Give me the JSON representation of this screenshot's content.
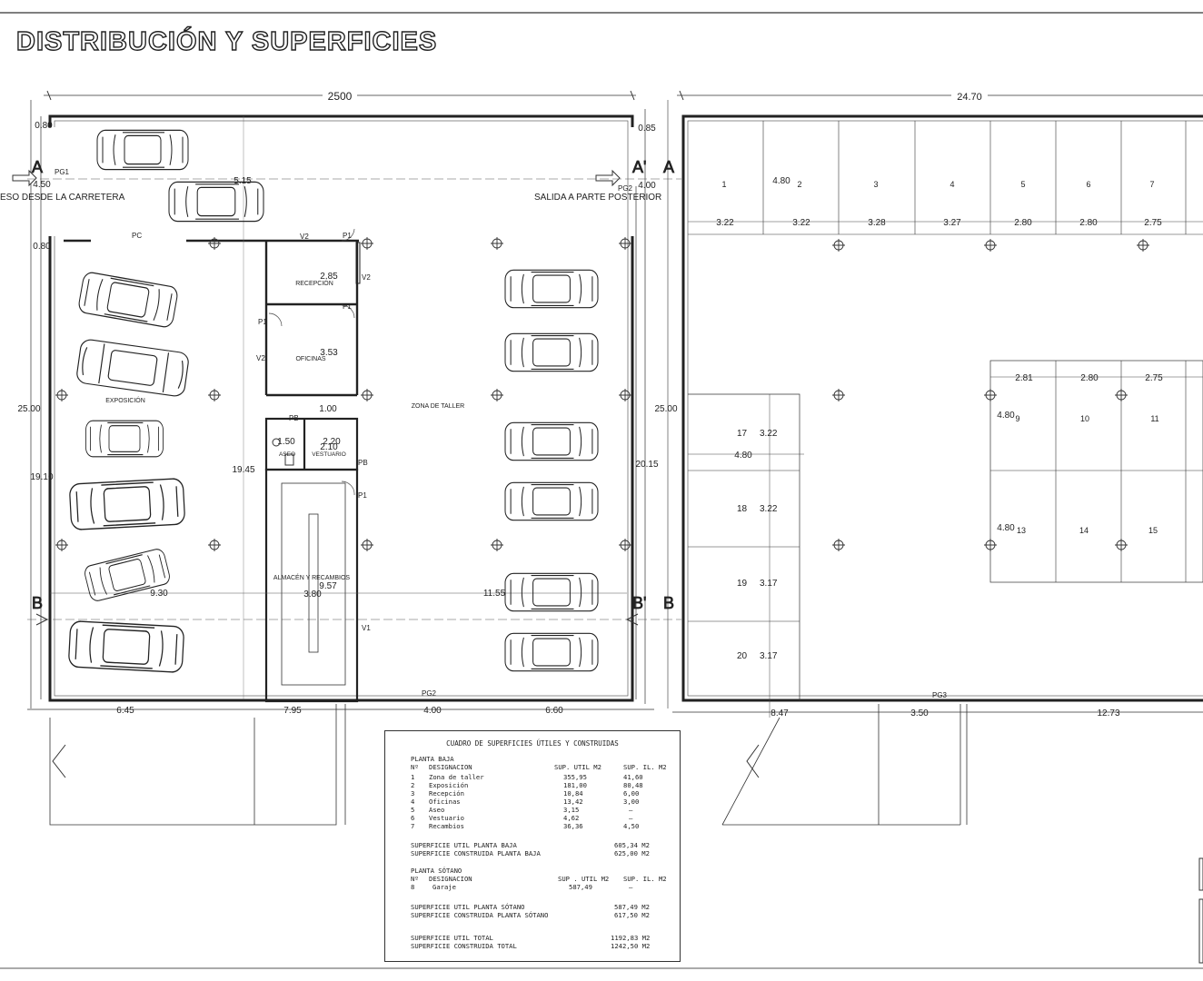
{
  "title": "DISTRIBUCIÓN Y SUPERFICIES",
  "left_plan": {
    "overall_width": "2500",
    "top_offsets": [
      "0.80",
      "0.85"
    ],
    "entry_offset": "4.50",
    "exit_offset": "4.00",
    "lower_offset": "0.80",
    "entry_label": "ESO DESDE LA CARRETERA",
    "exit_label": "SALIDA A PARTE POSTERIOR",
    "gate_labels": [
      "PG1",
      "PG2",
      "PG2"
    ],
    "door_labels": [
      "PC",
      "V2",
      "P1",
      "V2",
      "P1",
      "P1",
      "V2",
      "PB",
      "PB",
      "P1",
      "V1"
    ],
    "section_marks": [
      "A",
      "A'",
      "B",
      "B'"
    ],
    "room_labels": {
      "recepcion": "RECEPCIÓN",
      "oficinas": "OFICINAS",
      "exposicion": "EXPOSICIÓN",
      "taller": "ZONA DE TALLER",
      "aseo": "ASEO",
      "vestuario": "VESTUARIO",
      "almacen": "ALMACÉN Y RECAMBIOS"
    },
    "room_dims": [
      "5.15",
      "2.85",
      "3.53",
      "1.00",
      "1.50",
      "2.20",
      "2.10",
      "9.57",
      "3.80"
    ],
    "heights": [
      "25.00",
      "19.10",
      "19.45",
      "20.15"
    ],
    "widths": [
      "9.30",
      "11.55"
    ],
    "bottom_dims": [
      "6.45",
      "7.95",
      "4.00",
      "6.60"
    ]
  },
  "right_plan": {
    "overall_width": "24.70",
    "height": "25.00",
    "mark_a": "A",
    "mark_b": "B",
    "bay_depth": "4.80",
    "top_bays": [
      "1",
      "2",
      "3",
      "4",
      "5",
      "6",
      "7"
    ],
    "top_bay_widths": [
      "3.22",
      "3.22",
      "3.28",
      "3.27",
      "2.80",
      "2.80",
      "2.75"
    ],
    "mid_widths": [
      "2.81",
      "2.80",
      "2.75"
    ],
    "mid_row1": [
      "9",
      "10",
      "11"
    ],
    "mid_row2": [
      "13",
      "14",
      "15"
    ],
    "left_bays": [
      {
        "num": "17",
        "w": "3.22"
      },
      {
        "num": "18",
        "w": "3.22"
      },
      {
        "num": "19",
        "w": "3.17"
      },
      {
        "num": "20",
        "w": "3.17"
      }
    ],
    "gate": "PG3",
    "bottom_dims": [
      "8.47",
      "3.50",
      "12.73"
    ]
  },
  "table": {
    "caption": "CUADRO DE SUPERFICIES ÚTILES Y CONSTRUIDAS",
    "ground": {
      "heading": "PLANTA BAJA",
      "col_no": "Nº",
      "col_des": "DESIGNACION",
      "col_util": "SUP. UTIL M2",
      "col_il": "SUP. IL. M2",
      "rows": [
        {
          "n": "1",
          "name": "Zona de taller",
          "util": "355,95",
          "il": "41,60"
        },
        {
          "n": "2",
          "name": "Exposición",
          "util": "181,00",
          "il": "80,48"
        },
        {
          "n": "3",
          "name": "Recepción",
          "util": "10,84",
          "il": "6,00"
        },
        {
          "n": "4",
          "name": "Oficinas",
          "util": "13,42",
          "il": "3,00"
        },
        {
          "n": "5",
          "name": "Aseo",
          "util": "3,15",
          "il": "–"
        },
        {
          "n": "6",
          "name": "Vestuario",
          "util": "4,62",
          "il": "–"
        },
        {
          "n": "7",
          "name": "Recambios",
          "util": "36,36",
          "il": "4,50"
        }
      ],
      "sum_util_label": "SUPERFICIE UTIL PLANTA BAJA",
      "sum_util": "605,34 M2",
      "sum_cons_label": "SUPERFICIE CONSTRUIDA PLANTA BAJA",
      "sum_cons": "625,00 M2"
    },
    "basement": {
      "heading": "PLANTA SÓTANO",
      "col_no": "Nº",
      "col_des": "DESIGNACION",
      "col_util": "SUP . UTIL M2",
      "col_il": "SUP. IL. M2",
      "row": {
        "n": "8",
        "name": "Garaje",
        "util": "587,49",
        "il": "–"
      },
      "sum_util_label": "SUPERFICIE UTIL PLANTA SÓTANO",
      "sum_util": "587,49 M2",
      "sum_cons_label": "SUPERFICIE CONSTRUIDA PLANTA SÓTANO",
      "sum_cons": "617,50 M2"
    },
    "total_util_label": "SUPERFICIE UTIL TOTAL",
    "total_util": "1192,83 M2",
    "total_cons_label": "SUPERFICIE CONSTRUIDA TOTAL",
    "total_cons": "1242,50 M2"
  }
}
